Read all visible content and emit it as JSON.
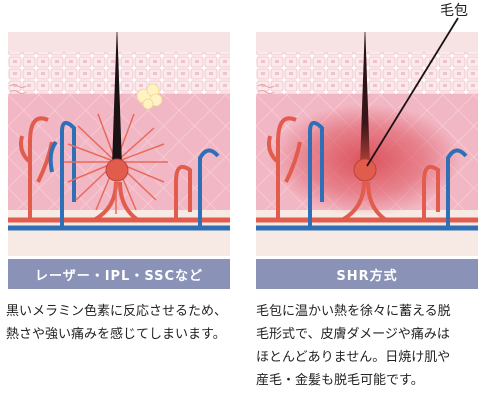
{
  "follicle_label": "毛包",
  "left": {
    "bar_label": "レーザー・IPL・SSCなど",
    "desc_lines": [
      "黒いメラミン色素に反応させるため、",
      "熱さや強い痛みを感じてしまいます。"
    ]
  },
  "right": {
    "bar_label": "SHR方式",
    "desc_lines": [
      "毛包に温かい熱を徐々に蓄える脱",
      "毛形式で、皮膚ダメージや痛みは",
      "ほとんどありません。日焼け肌や",
      "産毛・金髪も脱毛可能です。"
    ]
  },
  "colors": {
    "bar": "#8a92b8",
    "skin_top": "#f6dcdc",
    "skin_mid": "#f2b7c4",
    "dermis": "#f7e9e4",
    "artery": "#e15c4c",
    "vein": "#2f6fb5",
    "hair": "#1a1214",
    "heat": "#d9414a"
  }
}
